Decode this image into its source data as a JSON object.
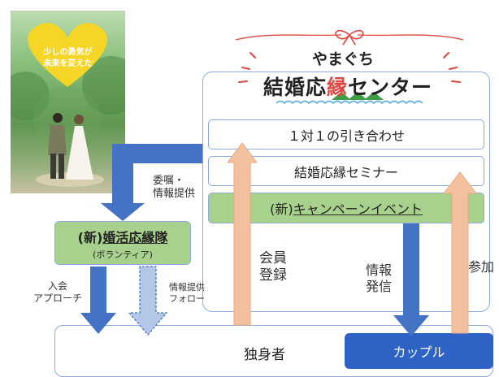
{
  "poster": {
    "heart_line1": "少しの勇気が",
    "heart_line2": "未来を変えた"
  },
  "center": {
    "title_small": "やまぐち",
    "title_a": "結婚応",
    "title_b": "縁",
    "title_c": "センター",
    "items": [
      "１対１の引き合わせ",
      "結婚応縁セミナー"
    ],
    "campaign_prefix": "(新)",
    "campaign": "キャンペーンイベント"
  },
  "volunteer": {
    "prefix": "(新)",
    "name": "婚活応縁隊",
    "sub": "(ボランティア)"
  },
  "labels": {
    "entrust": [
      "委嘱・",
      "情報提供"
    ],
    "member": [
      "会員",
      "登録"
    ],
    "info": [
      "情報",
      "発信"
    ],
    "join": "参加",
    "approach": [
      "入会",
      "アプローチ"
    ],
    "follow": [
      "情報提供",
      "フォロー"
    ]
  },
  "singles": "独身者",
  "couple": "カップル",
  "colors": {
    "arrow_blue": "#4472c4",
    "arrow_peach": "#f4c19f",
    "green_box": "#a9d18e",
    "couple_box": "#2e62c4",
    "accent_red": "#e0463f"
  }
}
